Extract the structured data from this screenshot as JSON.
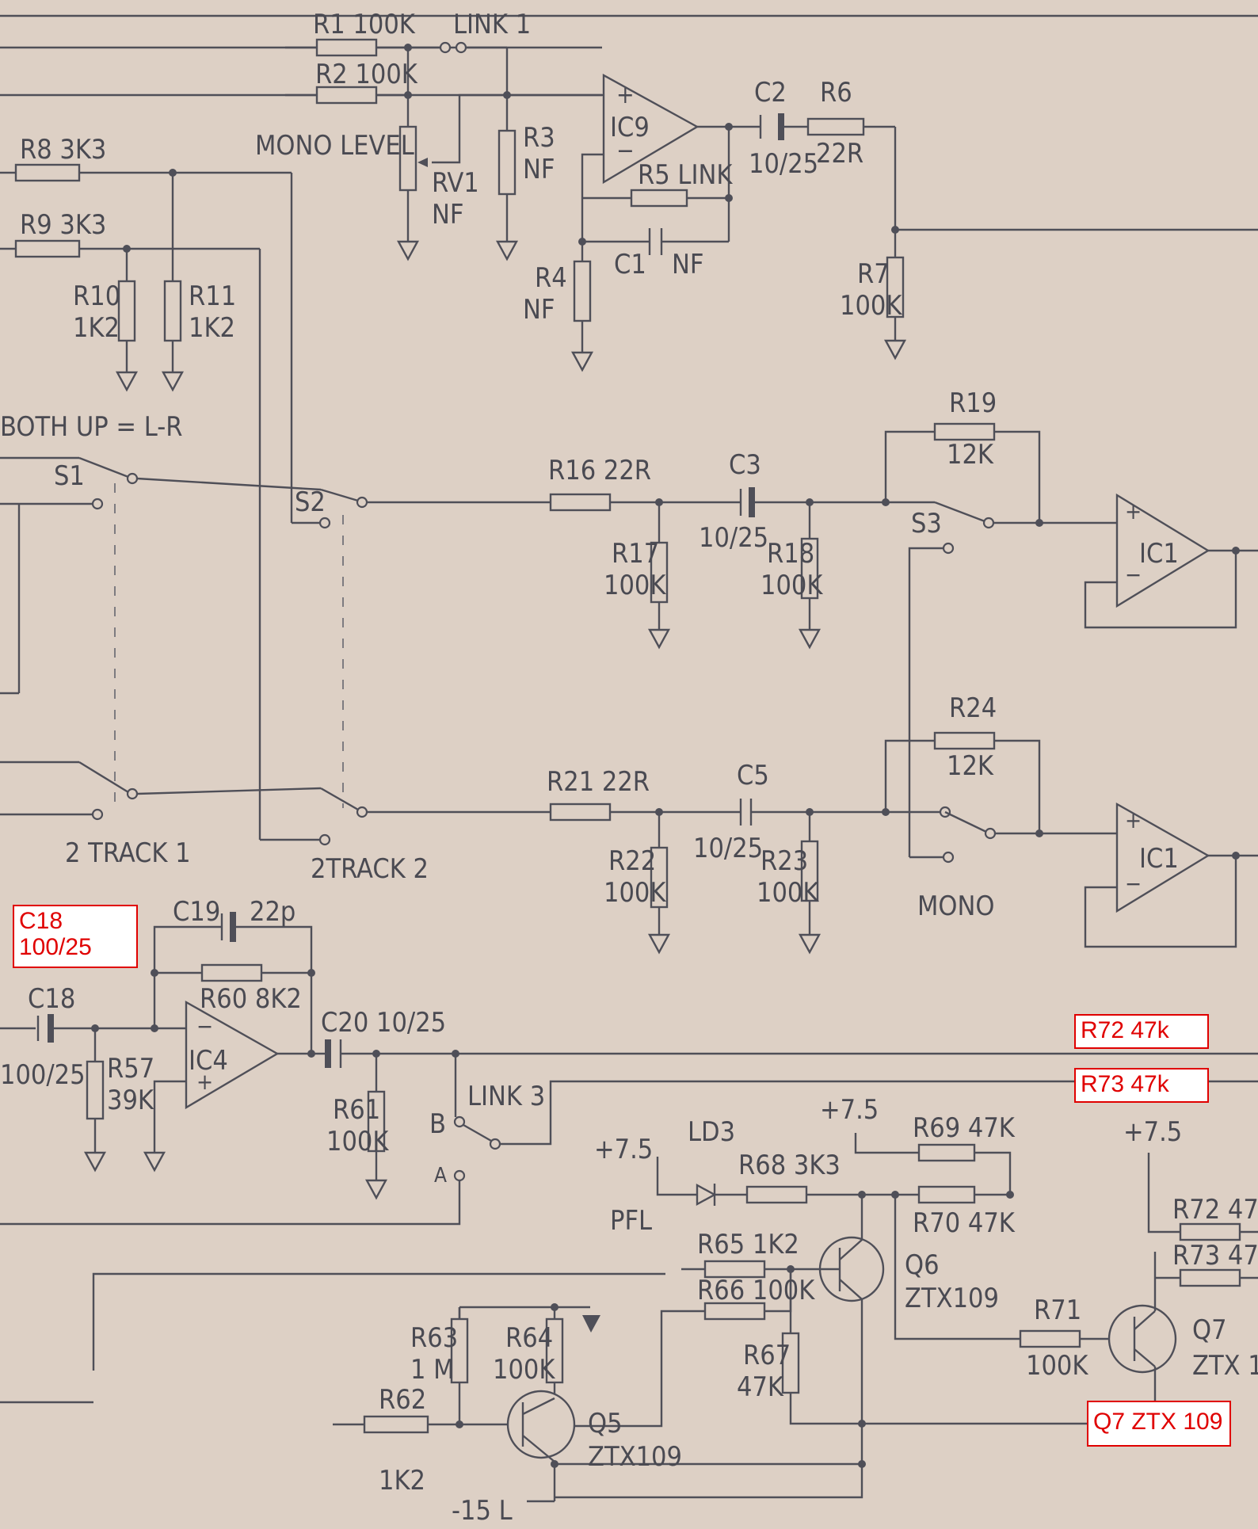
{
  "labels": {
    "r1": "R1 100K",
    "link1": "LINK 1",
    "r2": "R2 100K",
    "mono_level": "MONO LEVEL",
    "rv1": "RV1",
    "rv1_val": "NF",
    "r3": "R3",
    "r3_val": "NF",
    "ic9": "IC9",
    "c2": "C2",
    "c2_val": "10/25",
    "r6": "R6",
    "r6_val": "22R",
    "r5": "R5 LINK",
    "c1": "C1",
    "c1_val": "NF",
    "r4": "R4",
    "r4_val": "NF",
    "r7": "R7",
    "r7_val": "100K",
    "r8": "R8 3K3",
    "r9": "R9 3K3",
    "r10": "R10",
    "r10_val": "1K2",
    "r11": "R11",
    "r11_val": "1K2",
    "both_up": "BOTH UP = L-R",
    "s1": "S1",
    "s2": "S2",
    "r16": "R16 22R",
    "c3": "C3",
    "c3_val": "10/25",
    "r17": "R17",
    "r17_val": "100K",
    "r18": "R18",
    "r18_val": "100K",
    "r19": "R19",
    "r19_val": "12K",
    "s3": "S3",
    "ic1a": "IC1",
    "r24": "R24",
    "r24_val": "12K",
    "r21": "R21 22R",
    "c5": "C5",
    "c5_val": "10/25",
    "r22": "R22",
    "r22_val": "100K",
    "r23": "R23",
    "r23_val": "100K",
    "ic1b": "IC1",
    "mono": "MONO",
    "track1": "2 TRACK 1",
    "track2": "2TRACK 2",
    "c19": "C19",
    "c19_val": "22p",
    "r60": "R60 8K2",
    "c18": "C18",
    "c18_val": "100/25",
    "r57": "R57",
    "r57_val": "39K",
    "ic4": "IC4",
    "c20": "C20 10/25",
    "r61": "R61",
    "r61_val": "100K",
    "link3": "LINK 3",
    "b": "B",
    "a": "A",
    "p75a": "+7.5",
    "ld3": "LD3",
    "r68": "R68 3K3",
    "p75b": "+7.5",
    "r69": "R69 47K",
    "r70": "R70 47K",
    "p75c": "+7.5",
    "r72": "R72 47",
    "r73": "R73 47",
    "pfl": "PFL",
    "r65": "R65 1K2",
    "r66": "R66 100K",
    "q6": "Q6",
    "q6_type": "ZTX109",
    "r71": "R71",
    "r71_val": "100K",
    "q7": "Q7",
    "q7_type": "ZTX 1",
    "r63": "R63",
    "r63_val": "1 M",
    "r64": "R64",
    "r64_val": "100K",
    "r67": "R67",
    "r67_val": "47K",
    "q5": "Q5",
    "q5_type": "ZTX109",
    "r62": "R62",
    "r62_val": "1K2",
    "neg15": "-15 L"
  },
  "annotations": {
    "c18_note_line1": "C18",
    "c18_note_line2": "100/25",
    "r72_note": "R72 47k",
    "r73_note": "R73 47k",
    "q7_note": "Q7 ZTX 109"
  },
  "colors": {
    "paper": "#ddd0c5",
    "ink": "#4f4f58",
    "annotation": "#e00000"
  }
}
